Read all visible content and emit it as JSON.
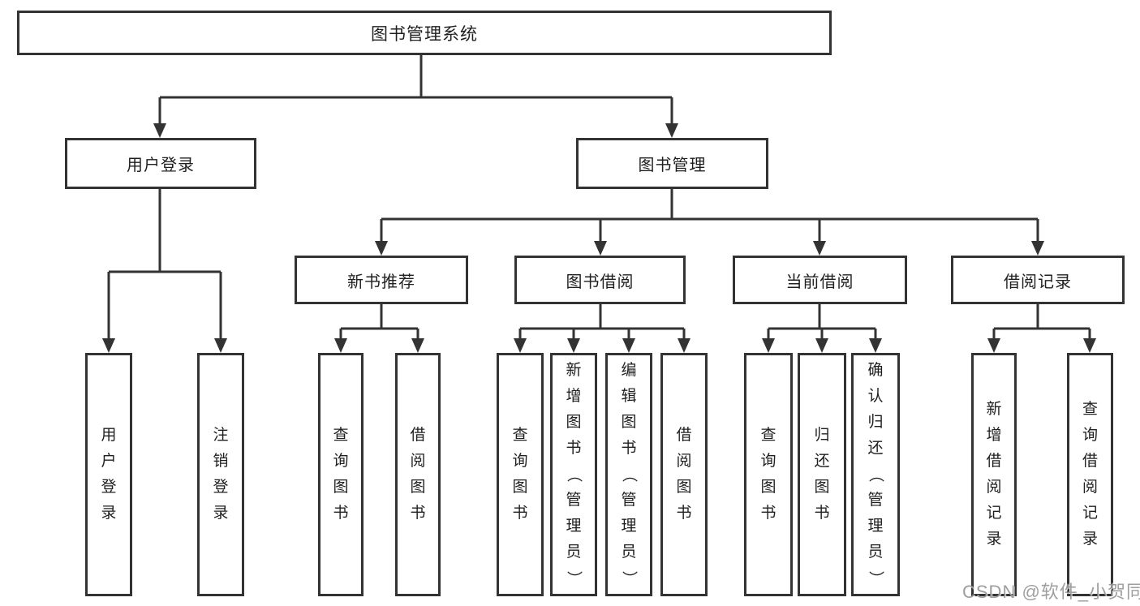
{
  "tree": {
    "label": "图书管理系统",
    "children": [
      {
        "label": "用户登录",
        "children": [
          {
            "label": "用户登录"
          },
          {
            "label": "注销登录"
          }
        ]
      },
      {
        "label": "图书管理",
        "children": [
          {
            "label": "新书推荐",
            "children": [
              {
                "label": "查询图书"
              },
              {
                "label": "借阅图书"
              }
            ]
          },
          {
            "label": "图书借阅",
            "children": [
              {
                "label": "查询图书"
              },
              {
                "label": "新增图书（管理员）"
              },
              {
                "label": "编辑图书（管理员）"
              },
              {
                "label": "借阅图书"
              }
            ]
          },
          {
            "label": "当前借阅",
            "children": [
              {
                "label": "查询图书"
              },
              {
                "label": "归还图书"
              },
              {
                "label": "确认归还（管理员）"
              }
            ]
          },
          {
            "label": "借阅记录",
            "children": [
              {
                "label": "新增借阅记录"
              },
              {
                "label": "查询借阅记录"
              }
            ]
          }
        ]
      }
    ]
  },
  "watermark": {
    "text": "CSDN @软件_小贺同学"
  },
  "colors": {
    "line": "#333333",
    "node_border": "#333333",
    "text": "#1f1f1f",
    "watermark": "#919191",
    "background": "#ffffff"
  }
}
